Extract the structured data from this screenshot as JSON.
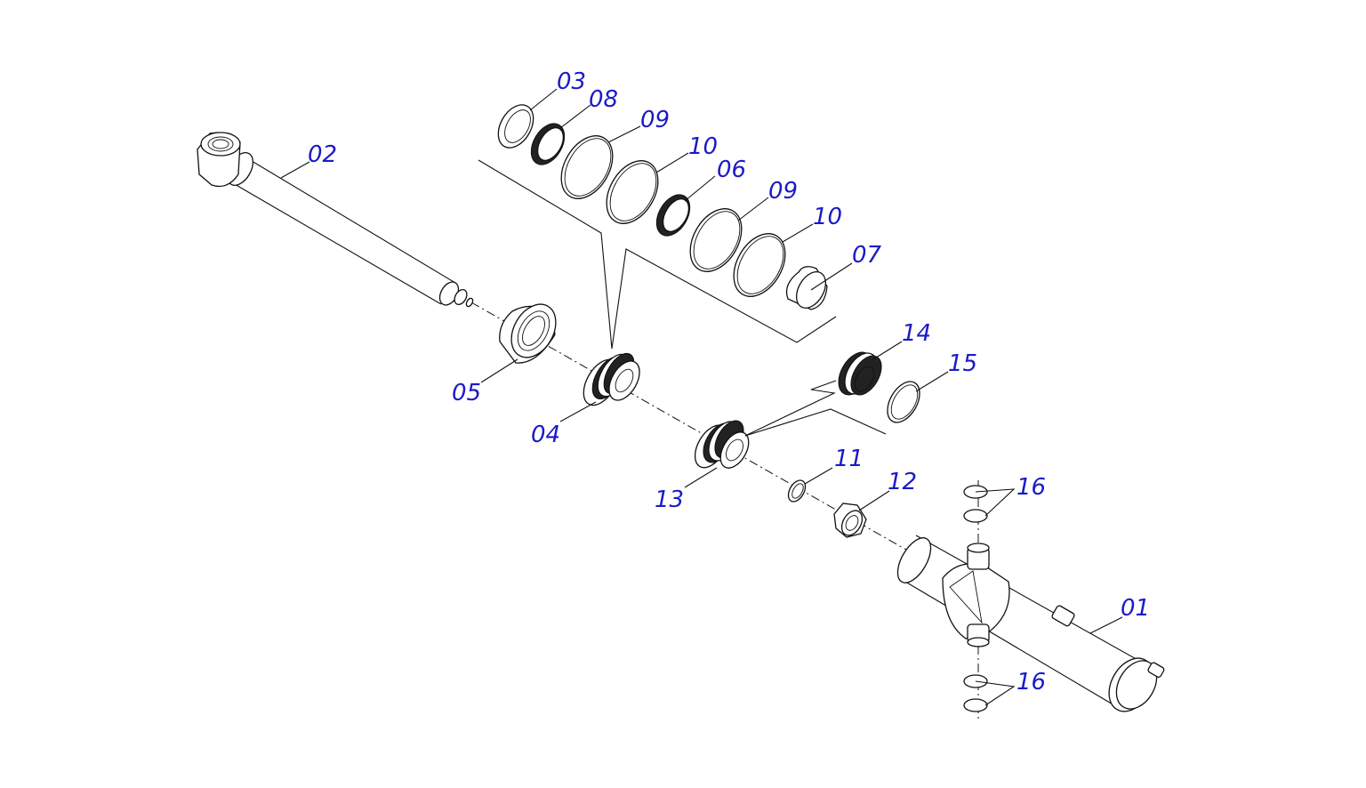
{
  "labels": {
    "p01": "01",
    "p02": "02",
    "p03": "03",
    "p04": "04",
    "p05": "05",
    "p06": "06",
    "p07": "07",
    "p08": "08",
    "p09a": "09",
    "p09b": "09",
    "p10a": "10",
    "p10b": "10",
    "p11": "11",
    "p12": "12",
    "p13": "13",
    "p14": "14",
    "p15": "15",
    "p16a": "16",
    "p16b": "16"
  },
  "colors": {
    "label": "#1a1ac8",
    "line": "#111111",
    "background": "#ffffff"
  }
}
